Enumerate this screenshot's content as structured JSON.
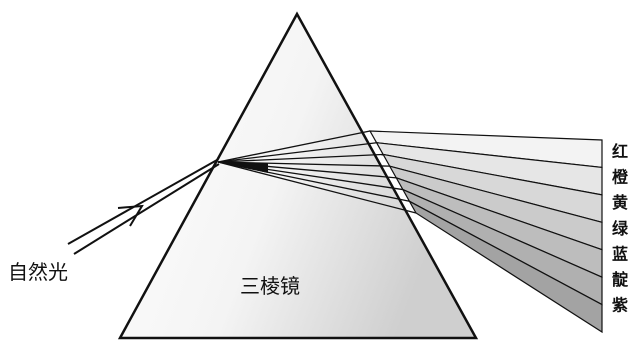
{
  "diagram": {
    "incoming_light_label": "自然光",
    "prism_label": "三棱镜",
    "spectrum_labels": [
      "红",
      "橙",
      "黄",
      "绿",
      "蓝",
      "靛",
      "紫"
    ],
    "band_fills": [
      "#f3f3f3",
      "#e6e6e6",
      "#d8d8d8",
      "#cbcbcb",
      "#bdbdbd",
      "#b0b0b0",
      "#a3a3a3"
    ],
    "stroke_color": "#111111"
  }
}
